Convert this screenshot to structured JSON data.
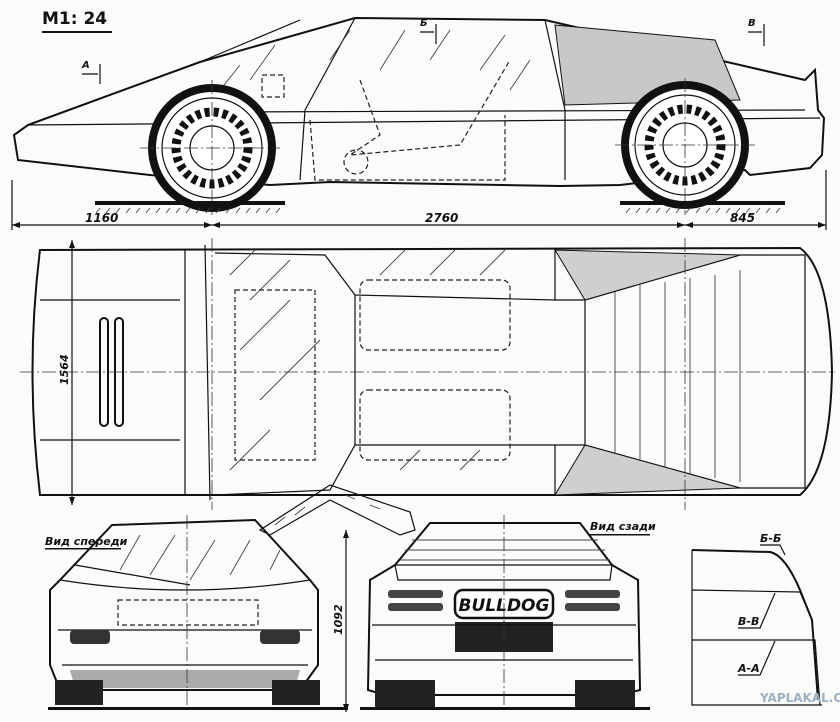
{
  "scale": "M1: 24",
  "side_view": {
    "section_marks": [
      "А",
      "Б",
      "В"
    ],
    "dimensions": {
      "front_overhang": "1160",
      "wheelbase": "2760",
      "rear_overhang": "845"
    }
  },
  "top_view": {
    "width_dim": "1564"
  },
  "front_view": {
    "label": "Вид спереди",
    "height_dim": "1092"
  },
  "rear_view": {
    "label": "Вид сзади",
    "badge": "BULLDOG"
  },
  "sections": {
    "labels": [
      "Б-Б",
      "В-В",
      "А-А"
    ]
  },
  "watermark": "YAPLAKAL.COM"
}
